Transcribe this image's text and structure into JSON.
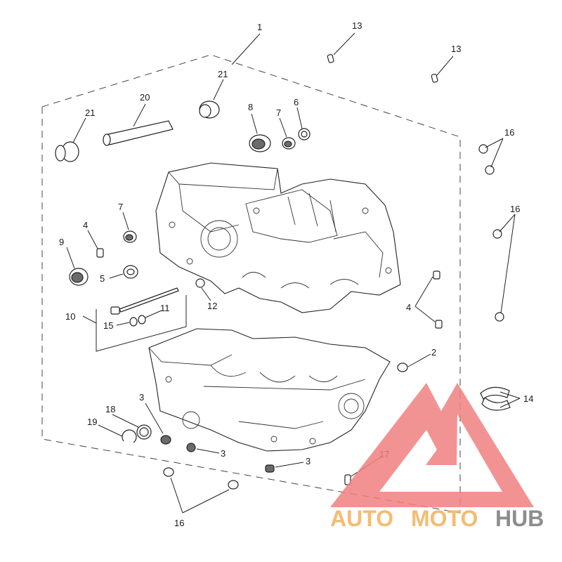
{
  "diagram": {
    "callouts": [
      {
        "id": "c1",
        "text": "1"
      },
      {
        "id": "c13a",
        "text": "13"
      },
      {
        "id": "c13b",
        "text": "13"
      },
      {
        "id": "c21a",
        "text": "21"
      },
      {
        "id": "c21b",
        "text": "21"
      },
      {
        "id": "c20",
        "text": "20"
      },
      {
        "id": "c8",
        "text": "8"
      },
      {
        "id": "c7a",
        "text": "7"
      },
      {
        "id": "c6",
        "text": "6"
      },
      {
        "id": "c16a",
        "text": "16"
      },
      {
        "id": "c16b",
        "text": "16"
      },
      {
        "id": "c16c",
        "text": "16"
      },
      {
        "id": "c7b",
        "text": "7"
      },
      {
        "id": "c4a",
        "text": "4"
      },
      {
        "id": "c9",
        "text": "9"
      },
      {
        "id": "c5",
        "text": "5"
      },
      {
        "id": "c12",
        "text": "12"
      },
      {
        "id": "c10",
        "text": "10"
      },
      {
        "id": "c11",
        "text": "11"
      },
      {
        "id": "c15",
        "text": "15"
      },
      {
        "id": "c4b",
        "text": "4"
      },
      {
        "id": "c2",
        "text": "2"
      },
      {
        "id": "c14",
        "text": "14"
      },
      {
        "id": "c3a",
        "text": "3"
      },
      {
        "id": "c18",
        "text": "18"
      },
      {
        "id": "c19",
        "text": "19"
      },
      {
        "id": "c3b",
        "text": "3"
      },
      {
        "id": "c3c",
        "text": "3"
      },
      {
        "id": "c17",
        "text": "17"
      }
    ]
  },
  "watermark": {
    "part1": "AUTO",
    "part2": "MOTO",
    "part3": "HUB",
    "color_auto": "#f3b15a",
    "color_hub": "#7a7a7a",
    "logo_color": "#f08080"
  }
}
